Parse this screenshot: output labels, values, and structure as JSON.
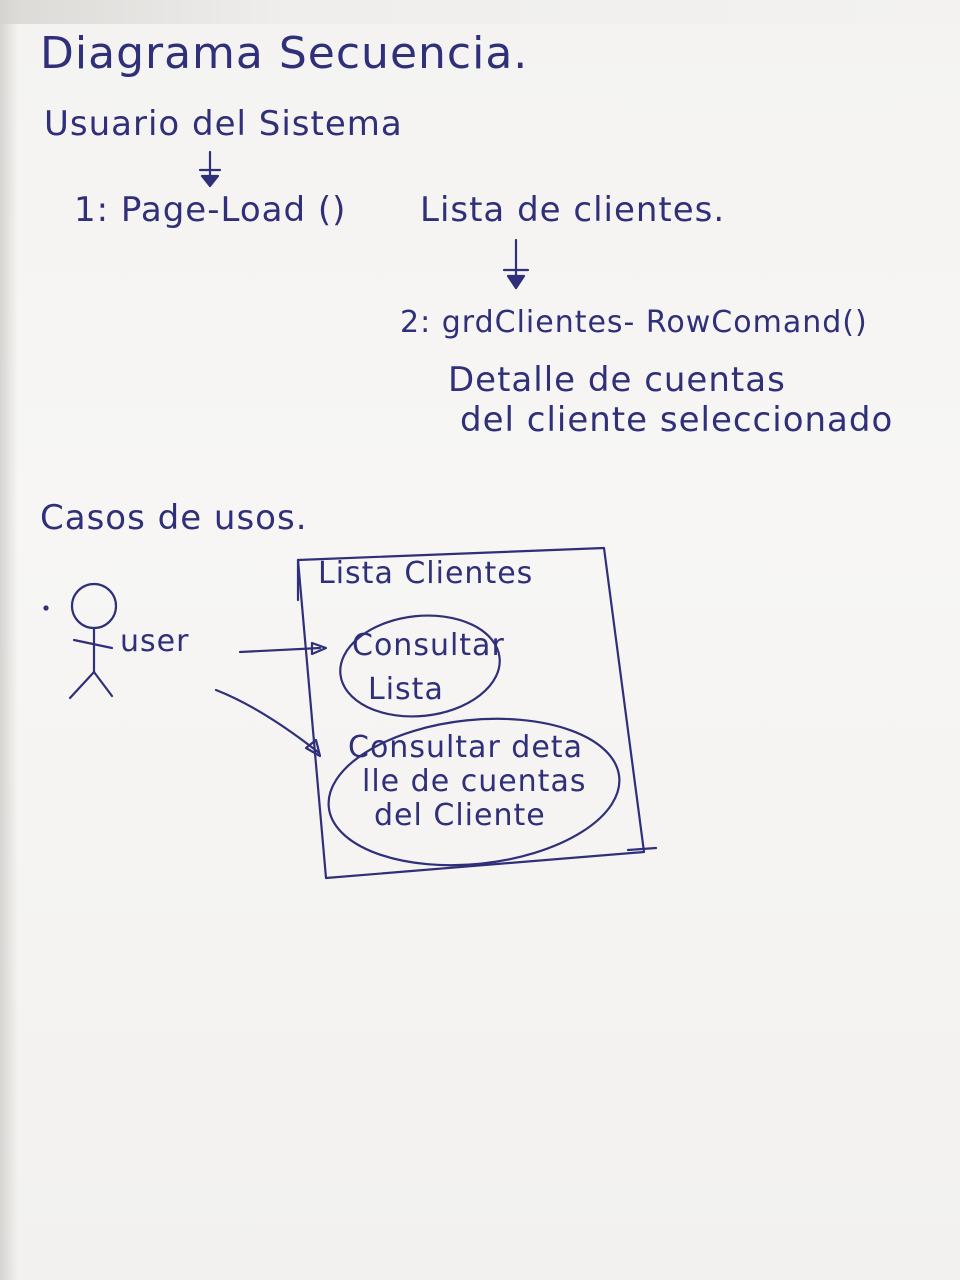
{
  "sequence": {
    "title": "Diagrama Secuencia.",
    "actor": "Usuario del Sistema",
    "step1": "1: Page-Load ()",
    "step1_result": "Lista de clientes.",
    "step2": "2: grdClientes- RowComand()",
    "step2_result_line1": "Detalle de cuentas",
    "step2_result_line2": "del cliente seleccionado"
  },
  "use_cases": {
    "title": "Casos de usos.",
    "system": "Lista Clientes",
    "actor": "user",
    "case1_line1": "Consultar",
    "case1_line2": "Lista",
    "case2_line1": "Consultar deta",
    "case2_line2": "lle de cuentas",
    "case2_line3": "del Cliente"
  },
  "colors": {
    "ink": "#2f2f7a",
    "paper": "#f5f4f2"
  }
}
